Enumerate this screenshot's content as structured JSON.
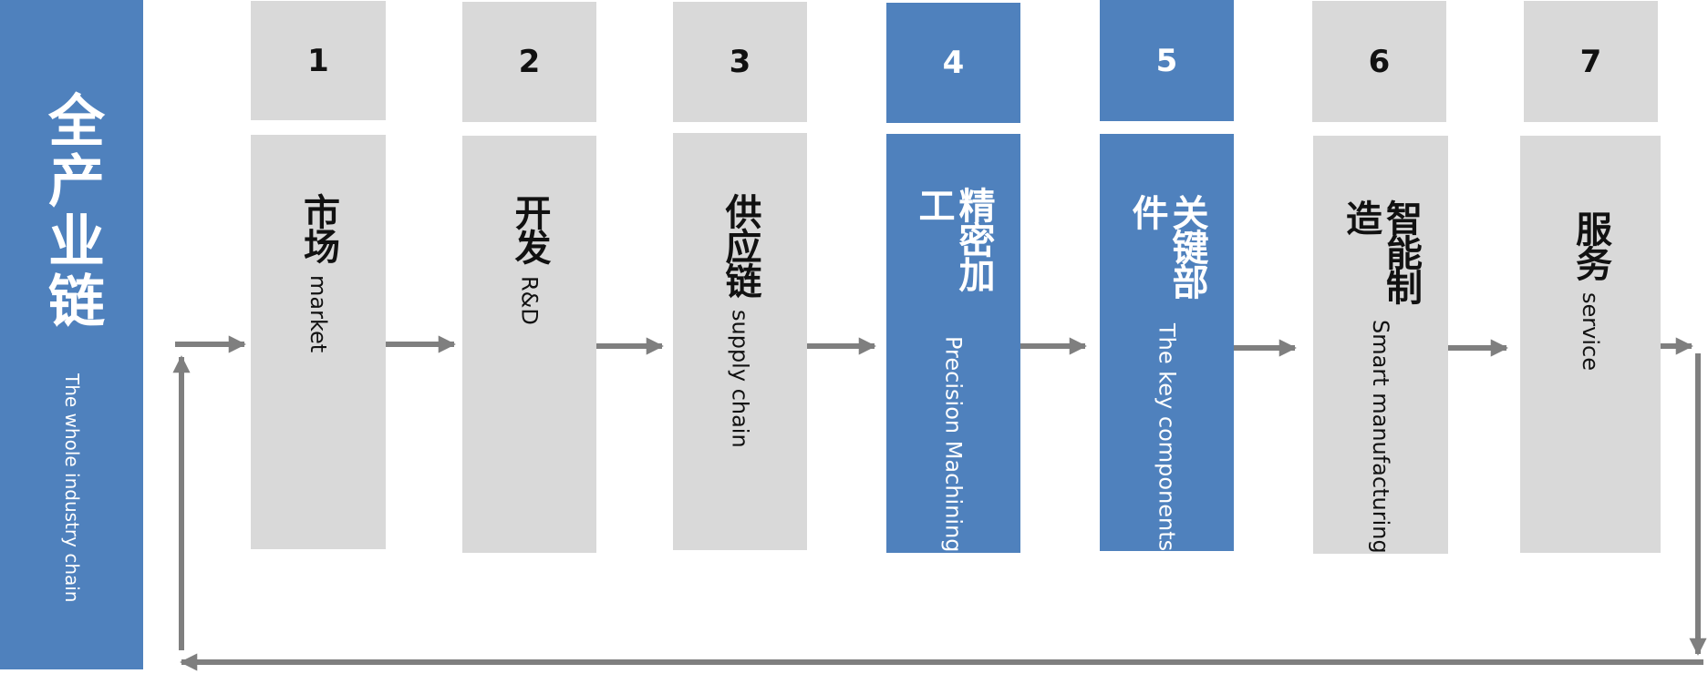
{
  "sidebar": {
    "title": "全产业链",
    "subtitle": "The whole industry chain",
    "color": "#4f81bd"
  },
  "colors": {
    "highlight": "#4f81bd",
    "neutral": "#d9d9d9",
    "arrow": "#7f7f7f"
  },
  "steps": [
    {
      "number": "1",
      "zh": "市场",
      "en": "market",
      "highlighted": false
    },
    {
      "number": "2",
      "zh": "开发",
      "en": "R&D",
      "highlighted": false
    },
    {
      "number": "3",
      "zh": "供应链",
      "en": "supply chain",
      "highlighted": false
    },
    {
      "number": "4",
      "zh": "精密加工",
      "en": "Precision Machining",
      "highlighted": true
    },
    {
      "number": "5",
      "zh": "关键部件",
      "en": "The key components",
      "highlighted": true
    },
    {
      "number": "6",
      "zh": "智能制造",
      "en": "Smart manufacturing",
      "highlighted": false
    },
    {
      "number": "7",
      "zh": "服务",
      "en": "service",
      "highlighted": false
    }
  ]
}
